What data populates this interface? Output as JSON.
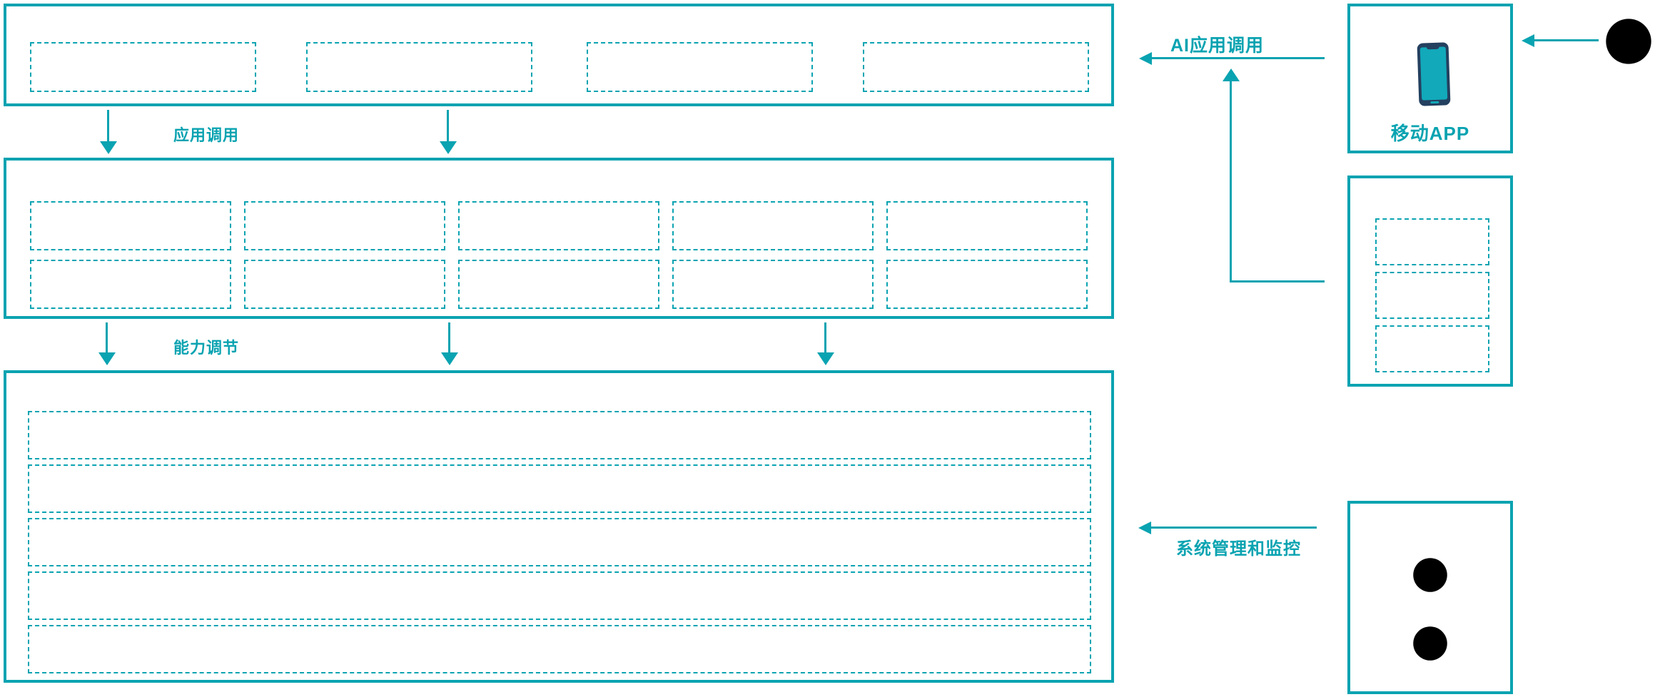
{
  "theme": {
    "accent": "#0aa3b1",
    "phone_body": "#24405f",
    "phone_screen": "#12a9ba",
    "background": "#ffffff"
  },
  "labels": {
    "app_call": "应用调用",
    "capability_adjust": "能力调节",
    "ai_app_call": "AI应用调用",
    "system_management": "系统管理和监控",
    "mobile_app": "移动APP"
  },
  "layers": {
    "application_layer": {
      "box_count": 4
    },
    "capability_layer": {
      "rows": 2,
      "cols": 5
    },
    "platform_layer": {
      "row_count": 5
    }
  },
  "right_panel": {
    "mobile_app_box": {
      "icon": "smartphone-icon"
    },
    "module_box": {
      "box_count": 3
    },
    "admin_box": {
      "icon": "users-icon",
      "icon_count": 2
    },
    "external_user": {
      "icon": "users-icon"
    }
  }
}
